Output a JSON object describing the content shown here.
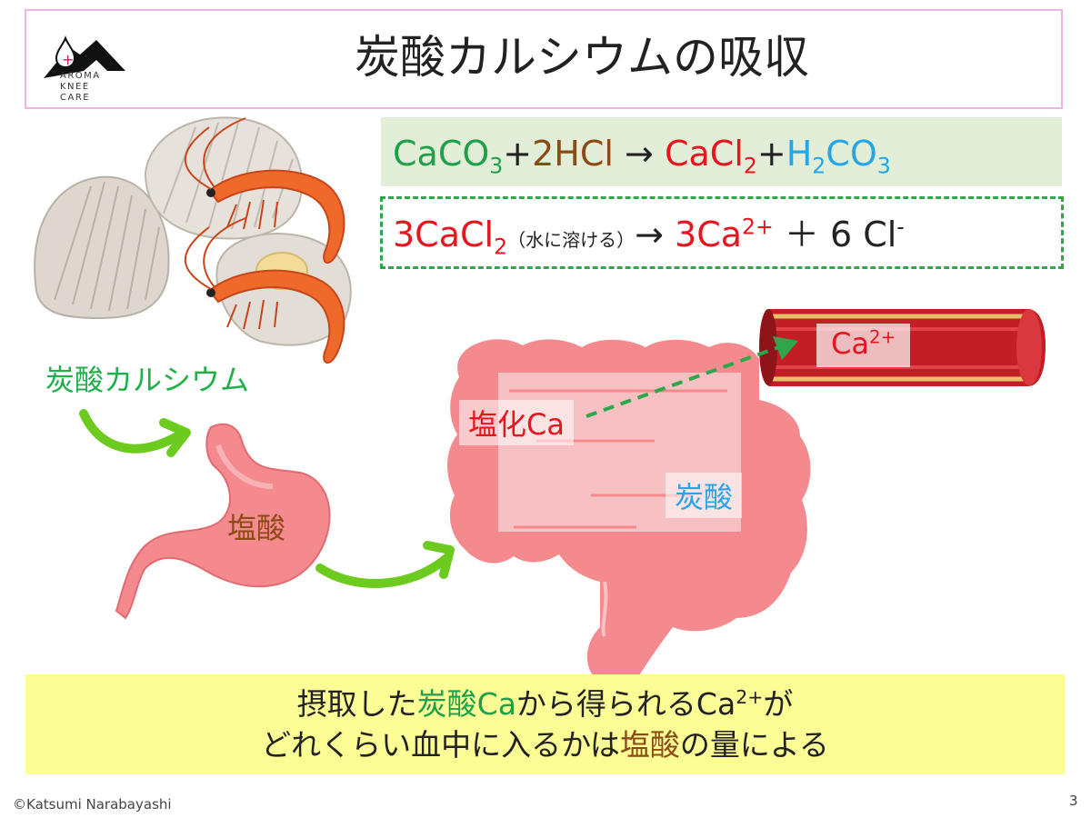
{
  "header": {
    "title": "炭酸カルシウムの吸収",
    "logo_lines": [
      "AROMA",
      "KNEE",
      "CARE"
    ]
  },
  "equations": {
    "eq1": {
      "reactant1": "CaCO",
      "reactant1_sub": "3",
      "plus1": "+",
      "reactant2": "2HCl",
      "arrow": "→",
      "product1": "CaCl",
      "product1_sub": "2",
      "plus2": "+",
      "product2_a": "H",
      "product2_sub1": "2",
      "product2_b": "CO",
      "product2_sub2": "3"
    },
    "eq2": {
      "reactant": "3CaCl",
      "reactant_sub": "2",
      "note": "（水に溶ける）",
      "arrow": "→",
      "product1": "3Ca",
      "product1_sup": "2+",
      "plus": "＋",
      "product2": "6 Cl",
      "product2_sup": "-"
    }
  },
  "labels": {
    "calcium_carbonate": "炭酸カルシウム",
    "hydrochloric_acid": "塩酸",
    "calcium_chloride": "塩化Ca",
    "carbonic_acid": "炭酸",
    "calcium_ion": "Ca",
    "calcium_ion_sup": "2+"
  },
  "summary": {
    "line1_a": "摂取した",
    "line1_b": "炭酸Ca",
    "line1_c": "から得られるCa",
    "line1_sup": "2+",
    "line1_d": "が",
    "line2_a": "どれくらい血中に入るかは",
    "line2_b": "塩酸",
    "line2_c": "の量による"
  },
  "footer": {
    "copyright": "©Katsumi Narabayashi",
    "page_number": "3"
  },
  "colors": {
    "green": "#1fa04a",
    "brown": "#8a4b14",
    "red": "#e8141e",
    "blue": "#25a6e6",
    "equation_bg": "#e2eed8",
    "summary_bg": "#fdfd96",
    "title_border": "#f2b4e6",
    "arrow_green": "#6ccb1e",
    "intestine": "#f48a8e"
  }
}
